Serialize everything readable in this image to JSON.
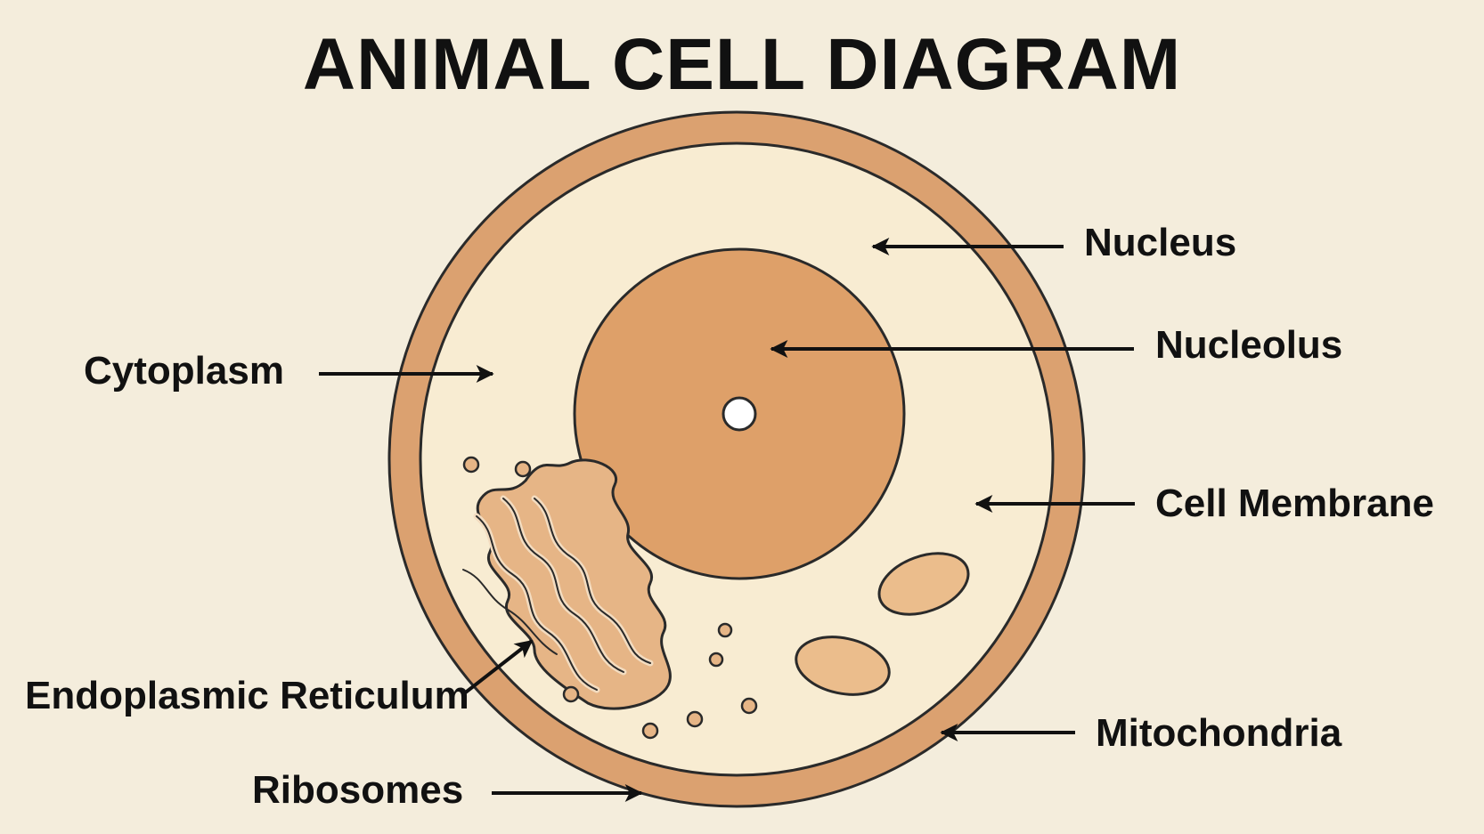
{
  "title": "ANIMAL CELL DIAGRAM",
  "labels": {
    "nucleus": "Nucleus",
    "nucleolus": "Nucleolus",
    "cytoplasm": "Cytoplasm",
    "cell_membrane": "Cell Membrane",
    "endoplasmic_reticulum": "Endoplasmic Reticulum",
    "mitochondria": "Mitochondria",
    "ribosomes": "Ribosomes"
  },
  "colors": {
    "background": "#f4eddc",
    "membrane": "#dba170",
    "cytoplasm": "#f8ecd2",
    "nucleus": "#dea069",
    "organelle": "#ebbd8c",
    "outline": "#2a2a2a",
    "text": "#111111"
  }
}
